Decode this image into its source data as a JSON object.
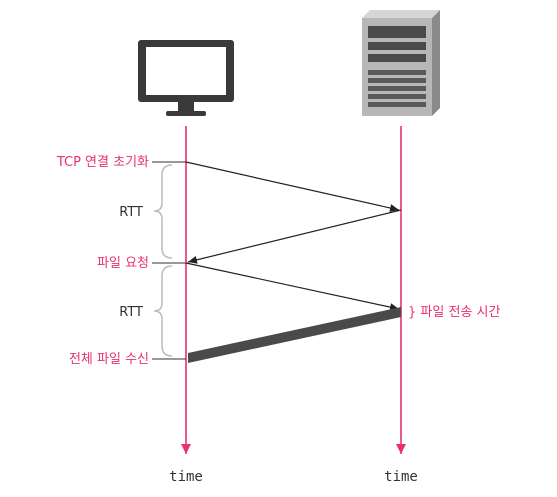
{
  "diagram": {
    "events": {
      "tcp_init": "TCP 연결 초기화",
      "file_request": "파일 요청",
      "file_received": "전체 파일 수신"
    },
    "intervals": {
      "rtt_1": "RTT",
      "rtt_2": "RTT"
    },
    "transmission_time": "} 파일 전송 시간",
    "timelines": {
      "client_time": "time",
      "server_time": "time"
    },
    "icons": {
      "client": "computer-monitor-icon",
      "server": "server-tower-icon"
    },
    "colors": {
      "accent": "#e8336a",
      "line": "#222222",
      "transfer": "#4a4a4a",
      "brace": "#bbbbbb"
    }
  }
}
